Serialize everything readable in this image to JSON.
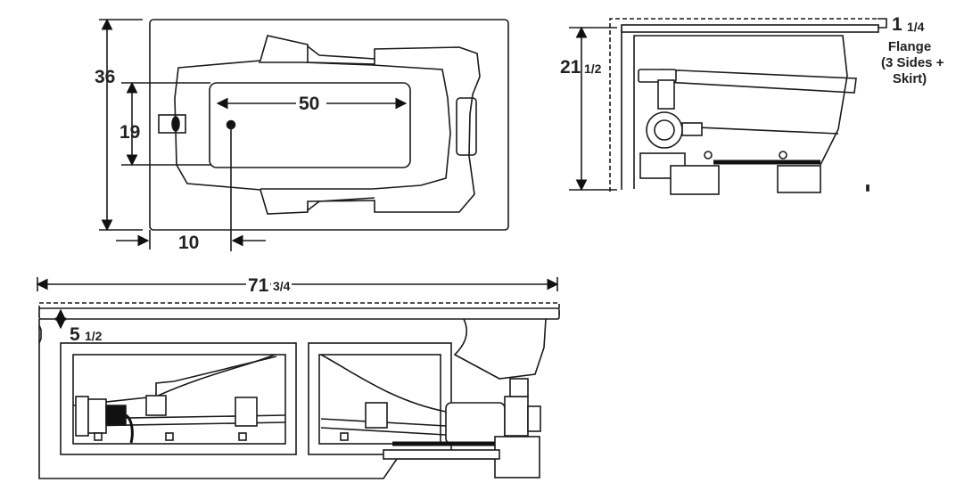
{
  "top_view": {
    "width_label": "36",
    "inner_width_label": "19",
    "length_label": "50",
    "drain_offset_label": "10"
  },
  "end_view": {
    "height_whole": "21",
    "height_fraction": "1/2",
    "flange_whole": "1",
    "flange_fraction": "1/4",
    "flange_line1": "Flange",
    "flange_line2": "(3 Sides +",
    "flange_line3": "Skirt)"
  },
  "side_view": {
    "length_whole": "71",
    "length_fraction": "3/4",
    "skirt_whole": "5",
    "skirt_fraction": "1/2"
  },
  "colors": {
    "line": "#1a1a1a",
    "fill": "#ffffff",
    "dark": "#111111"
  }
}
